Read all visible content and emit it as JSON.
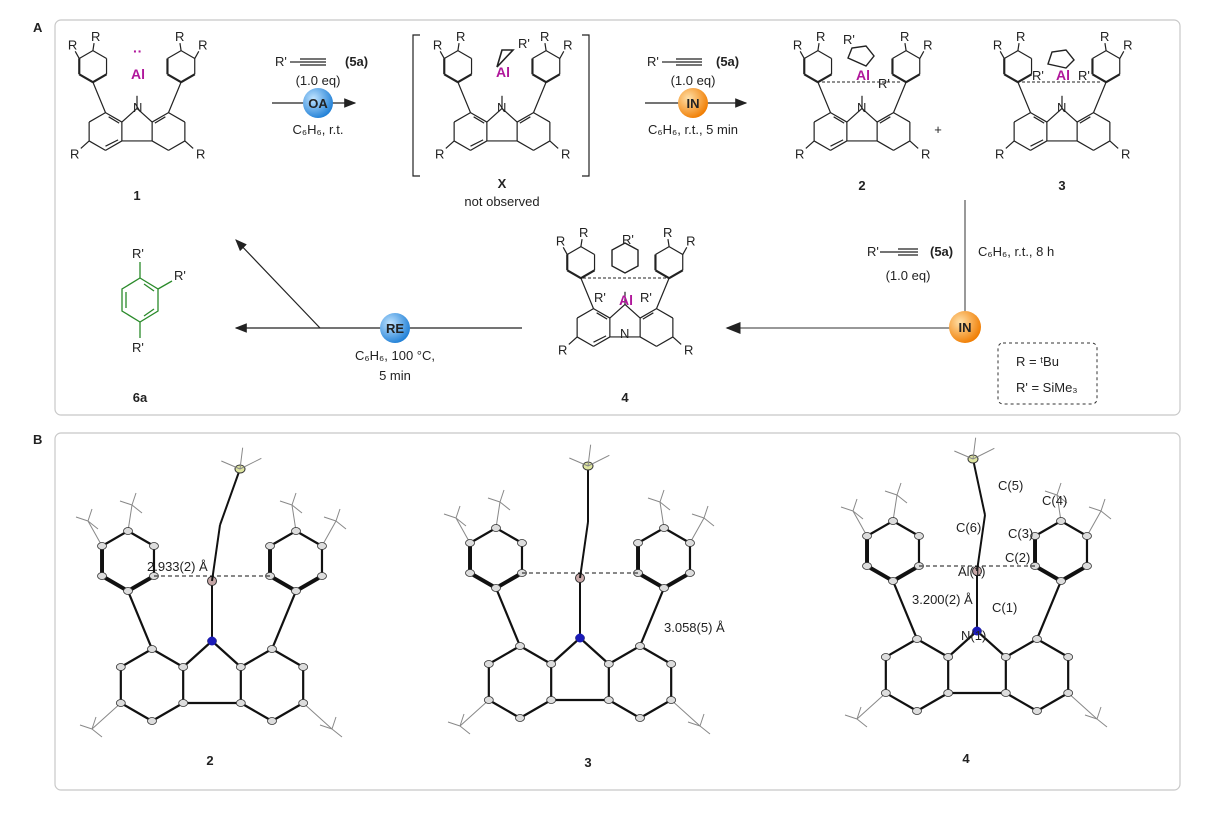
{
  "panels": {
    "a": {
      "label": "A",
      "compounds": {
        "c1": "1",
        "cx": "X",
        "cx_note": "not observed",
        "c2": "2",
        "c3": "3",
        "c4": "4",
        "c6a": "6a"
      },
      "atoms": {
        "al": "Al",
        "n": "N",
        "r": "R",
        "rp": "R'",
        "lone_pair": "··"
      },
      "plus": "+",
      "steps": {
        "oa": {
          "badge": "OA",
          "reagent": "R'",
          "reagent_id": "(5a)",
          "equiv": "(1.0 eq)",
          "conditions": "C₆H₆, r.t.",
          "color": "#2f8ee0"
        },
        "in1": {
          "badge": "IN",
          "reagent": "R'",
          "reagent_id": "(5a)",
          "equiv": "(1.0 eq)",
          "conditions": "C₆H₆, r.t., 5 min",
          "color": "#f58a12"
        },
        "in2": {
          "badge": "IN",
          "reagent": "R'",
          "reagent_id": "(5a)",
          "equiv": "(1.0 eq)",
          "conditions": "C₆H₆, r.t., 8 h",
          "color": "#f58a12"
        },
        "re": {
          "badge": "RE",
          "conditions_1": "C₆H₆, 100 °C,",
          "conditions_2": "5 min",
          "color": "#2f8ee0"
        }
      },
      "legend": {
        "r": "R = ᵗBu",
        "rp": "R' = SiMe₃"
      }
    },
    "b": {
      "label": "B",
      "structures": [
        {
          "label": "2",
          "distance": "2.933(2) Å"
        },
        {
          "label": "3",
          "distance": "3.058(5) Å"
        },
        {
          "label": "4",
          "distance": "3.200(2) Å",
          "atoms": [
            "Al(1)",
            "N(1)",
            "C(1)",
            "C(2)",
            "C(3)",
            "C(4)",
            "C(5)",
            "C(6)"
          ]
        }
      ]
    }
  }
}
